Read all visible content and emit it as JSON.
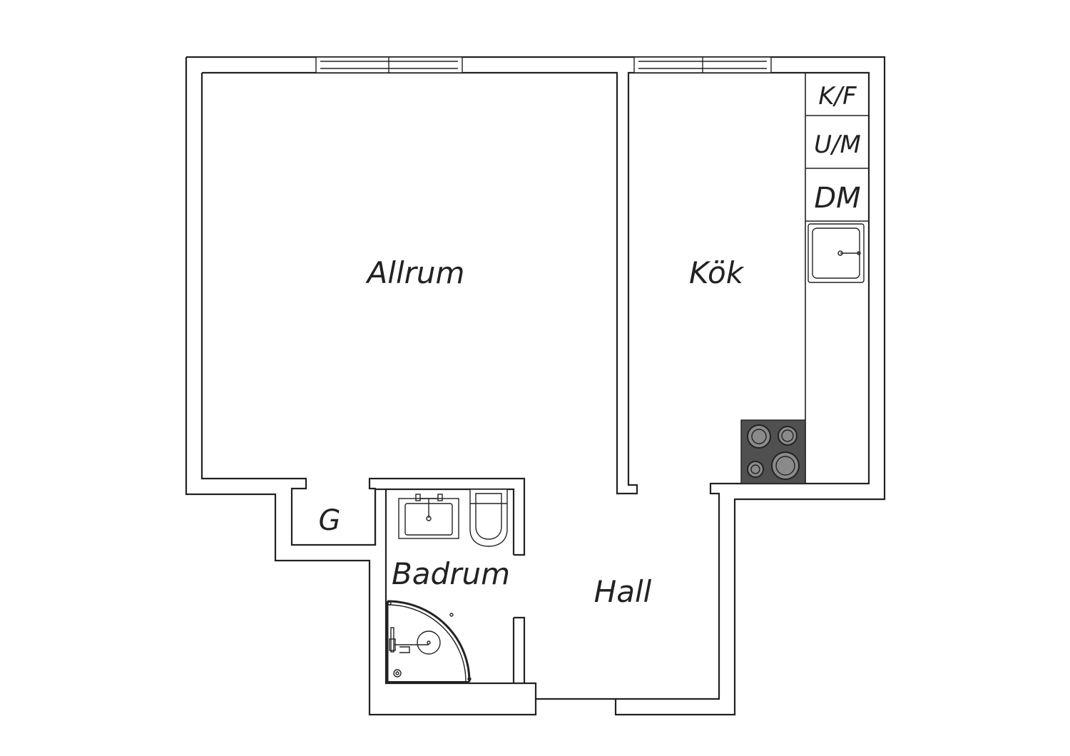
{
  "colors": {
    "background": "#ffffff",
    "wall": "#222222",
    "stove_top": "#505050",
    "burner": "#8a8a8a"
  },
  "rooms": {
    "living": "Allrum",
    "kitchen": "Kök",
    "bathroom": "Badrum",
    "hall": "Hall",
    "closet": "G"
  },
  "appliances": {
    "fridge_freezer": "K/F",
    "oven_microwave": "U/M",
    "dishwasher": "DM"
  },
  "icons": [
    "window-icon",
    "sink-icon",
    "stove-icon",
    "toilet-icon",
    "shower-icon",
    "washbasin-icon",
    "drain-icon"
  ]
}
